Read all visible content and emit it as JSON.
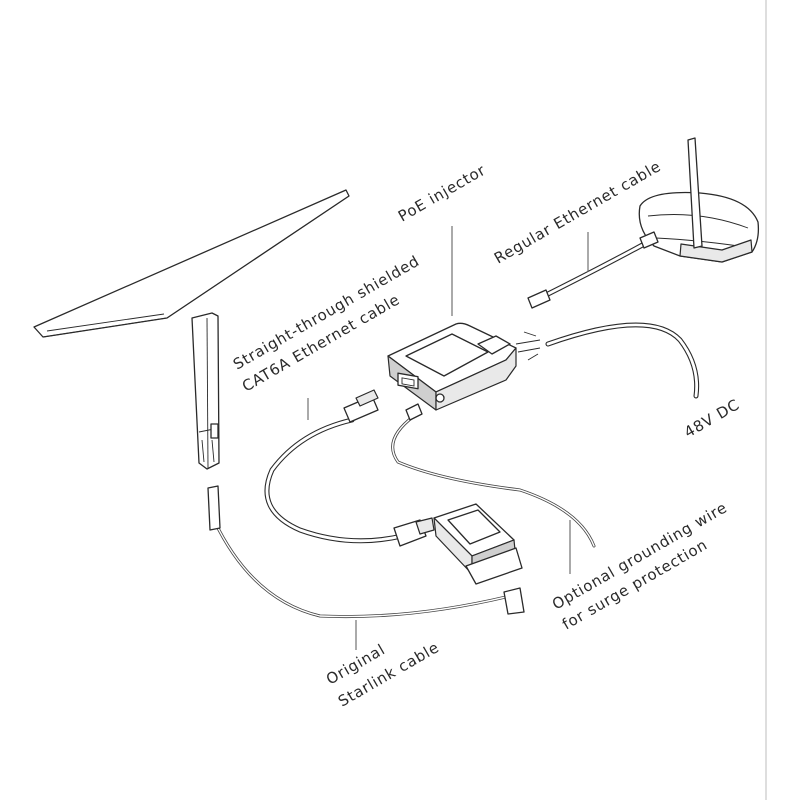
{
  "labels": {
    "poe_injector": "PoE injector",
    "regular_ethernet": "Regular Ethernet cable",
    "straight_through_line1": "Straight-through shielded",
    "straight_through_line2": "CAT6A Ethernet cable",
    "power_48v": "48V DC",
    "grounding_line1": "Optional grounding wire",
    "grounding_line2": "for surge protection",
    "starlink_line1": "Original",
    "starlink_line2": "Starlink cable"
  },
  "icons": {
    "dish": "starlink-dish-icon",
    "router": "wifi-router-icon",
    "injector": "poe-injector-icon",
    "adapter": "cable-adapter-icon"
  },
  "colors": {
    "ink": "#2a2a2a",
    "background": "#ffffff"
  }
}
